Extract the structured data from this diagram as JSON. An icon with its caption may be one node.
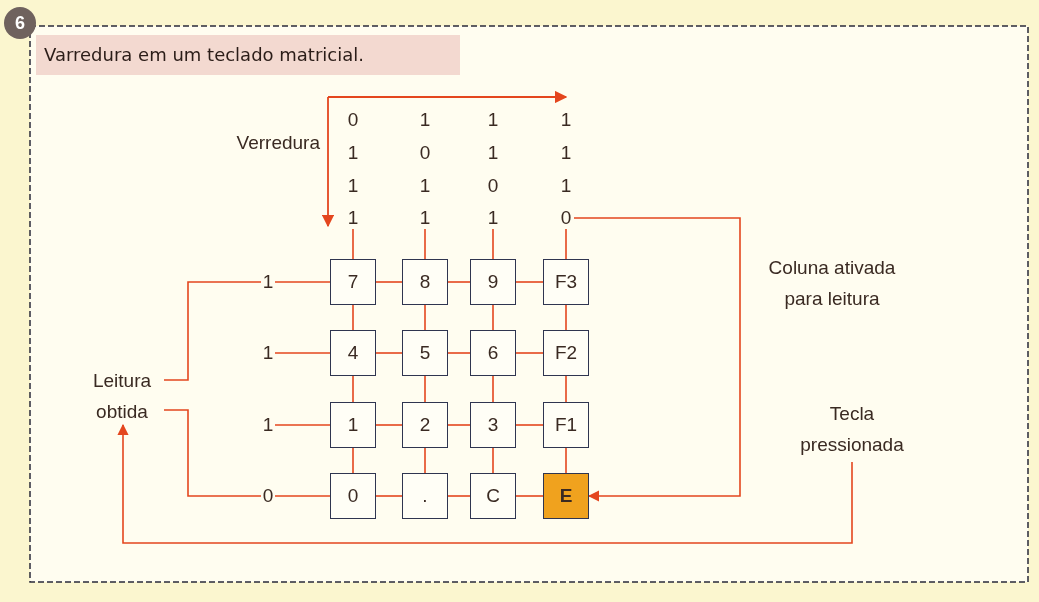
{
  "diagram": {
    "title": "Varredura em um teclado matricial.",
    "nodes": [
      {
        "text": [
          "1"
        ]
      },
      {
        "text": [
          "1"
        ]
      },
      {
        "text": [
          "1"
        ]
      },
      {
        "text": [
          "0"
        ]
      },
      {
        "text": [
          "1"
        ]
      },
      {
        "text": [
          "1"
        ]
      },
      {
        "text": [
          "1"
        ]
      },
      {
        "text": [
          "0"
        ]
      },
      {
        "text": [
          "7"
        ]
      },
      {
        "text": [
          "8"
        ]
      },
      {
        "text": [
          "9"
        ]
      },
      {
        "text": [
          "F3"
        ]
      },
      {
        "text": [
          "4"
        ]
      },
      {
        "text": [
          "5"
        ]
      },
      {
        "text": [
          "6"
        ]
      },
      {
        "text": [
          "F2"
        ]
      },
      {
        "text": [
          "1"
        ]
      },
      {
        "text": [
          "2"
        ]
      },
      {
        "text": [
          "3"
        ]
      },
      {
        "text": [
          "F1"
        ]
      },
      {
        "text": [
          "0"
        ]
      },
      {
        "text": [
          "."
        ]
      },
      {
        "text": [
          "C"
        ]
      },
      {
        "text": [
          "E"
        ]
      },
      {
        "text": [
          "Leitura obtida"
        ]
      },
      {
        "text": [
          "Tecla pressionada"
        ]
      }
    ],
    "edges": [
      {
        "from": 0,
        "to": 8,
        "arrow": "none"
      },
      {
        "from": 1,
        "to": 9,
        "arrow": "none"
      },
      {
        "from": 2,
        "to": 10,
        "arrow": "none"
      },
      {
        "from": 3,
        "to": 11,
        "arrow": "none"
      },
      {
        "from": 4,
        "to": 8,
        "arrow": "none"
      },
      {
        "from": 5,
        "to": 12,
        "arrow": "none"
      },
      {
        "from": 6,
        "to": 16,
        "arrow": "none"
      },
      {
        "from": 7,
        "to": 20,
        "arrow": "none"
      },
      {
        "from": 8,
        "to": 9,
        "arrow": "none"
      },
      {
        "from": 9,
        "to": 10,
        "arrow": "none"
      },
      {
        "from": 10,
        "to": 11,
        "arrow": "none"
      },
      {
        "from": 12,
        "to": 13,
        "arrow": "none"
      },
      {
        "from": 13,
        "to": 14,
        "arrow": "none"
      },
      {
        "from": 14,
        "to": 15,
        "arrow": "none"
      },
      {
        "from": 16,
        "to": 17,
        "arrow": "none"
      },
      {
        "from": 17,
        "to": 18,
        "arrow": "none"
      },
      {
        "from": 18,
        "to": 19,
        "arrow": "none"
      },
      {
        "from": 20,
        "to": 21,
        "arrow": "none"
      },
      {
        "from": 21,
        "to": 22,
        "arrow": "none"
      },
      {
        "from": 22,
        "to": 23,
        "arrow": "none"
      },
      {
        "from": 8,
        "to": 12,
        "arrow": "none"
      },
      {
        "from": 12,
        "to": 16,
        "arrow": "none"
      },
      {
        "from": 16,
        "to": 20,
        "arrow": "none"
      },
      {
        "from": 9,
        "to": 13,
        "arrow": "none"
      },
      {
        "from": 13,
        "to": 17,
        "arrow": "none"
      },
      {
        "from": 17,
        "to": 21,
        "arrow": "none"
      },
      {
        "from": 10,
        "to": 14,
        "arrow": "none"
      },
      {
        "from": 14,
        "to": 18,
        "arrow": "none"
      },
      {
        "from": 18,
        "to": 22,
        "arrow": "none"
      },
      {
        "from": 11,
        "to": 15,
        "arrow": "none"
      },
      {
        "from": 15,
        "to": 19,
        "arrow": "none"
      },
      {
        "from": 19,
        "to": 23,
        "arrow": "none"
      },
      {
        "from": 3,
        "to": 23,
        "arrow": "to",
        "label": "Coluna ativada para leitura"
      },
      {
        "from": 4,
        "to": 24,
        "arrow": "none"
      },
      {
        "from": 7,
        "to": 24,
        "arrow": "none"
      },
      {
        "from": 25,
        "to": 24,
        "arrow": "to"
      }
    ],
    "labels": [
      "6",
      "0",
      "1",
      "1",
      "1",
      "Verredura",
      "1",
      "0",
      "1",
      "1",
      "1",
      "1",
      "0",
      "1"
    ]
  }
}
